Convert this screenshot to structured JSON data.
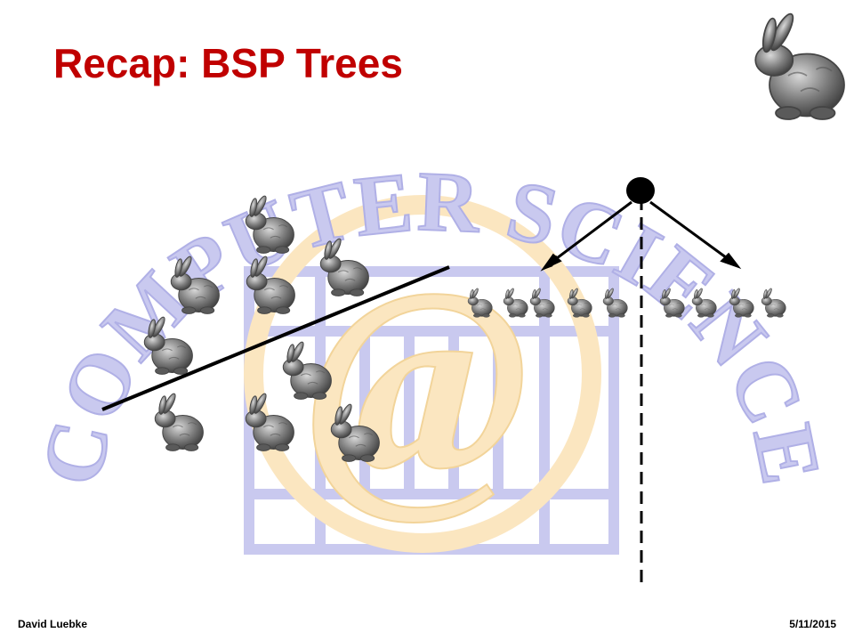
{
  "slide": {
    "title": "Recap: BSP Trees",
    "watermark_text": "COMPUTER SCIENCE",
    "watermark_symbol": "@",
    "author": "David Luebke",
    "date": "5/11/2015"
  },
  "colors": {
    "title": "#c00000",
    "watermark_text": "#c9c9ef",
    "watermark_at": "#fbe6c0",
    "bunny": "#7a7a7a",
    "line": "#000000"
  },
  "icons": {
    "bunny": "stanford-bunny-icon",
    "node": "tree-node-icon"
  }
}
